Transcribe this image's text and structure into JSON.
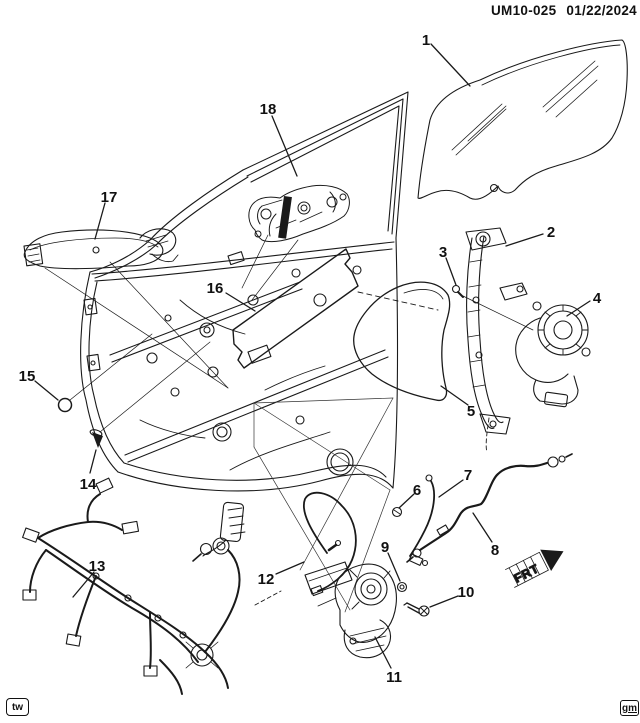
{
  "header": {
    "diagram_code": "UM10-025",
    "date": "01/22/2024"
  },
  "footer": {
    "left_badge": "tw",
    "right_badge": "gm"
  },
  "orientation": {
    "front_label": "FRT"
  },
  "colors": {
    "ink": "#1a1a1a",
    "background": "#ffffff"
  },
  "callouts": [
    {
      "number": "1"
    },
    {
      "number": "2"
    },
    {
      "number": "3"
    },
    {
      "number": "4"
    },
    {
      "number": "5"
    },
    {
      "number": "6"
    },
    {
      "number": "7"
    },
    {
      "number": "8"
    },
    {
      "number": "9"
    },
    {
      "number": "10"
    },
    {
      "number": "11"
    },
    {
      "number": "12"
    },
    {
      "number": "13"
    },
    {
      "number": "14"
    },
    {
      "number": "15"
    },
    {
      "number": "16"
    },
    {
      "number": "17"
    },
    {
      "number": "18"
    }
  ]
}
